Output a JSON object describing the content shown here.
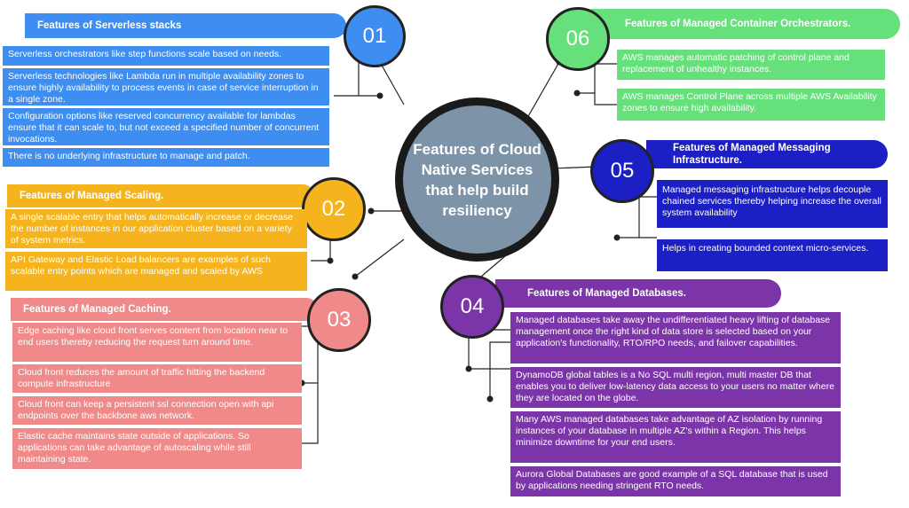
{
  "center": {
    "title": "Features of Cloud Native Services that help build resiliency"
  },
  "sections": {
    "serverless": {
      "number": "01",
      "title": "Features of Serverless stacks",
      "items": [
        "Serverless orchestrators like step functions scale based on needs.",
        "Serverless technologies like Lambda run in multiple availability zones to ensure highly availability to process events in case of service interruption in a single zone.",
        "Configuration options like reserved concurrency available for lambdas ensure that it can scale to, but not exceed a specified number of concurrent invocations.",
        "There is no underlying infrastructure to manage and patch."
      ]
    },
    "scaling": {
      "number": "02",
      "title": "Features of Managed Scaling.",
      "items": [
        "A single scalable entry that helps automatically increase or decrease the number of instances in our application cluster based on a variety of system metrics.",
        "API Gateway and Elastic Load balancers are examples of such scalable entry points which are managed and scaled by AWS"
      ]
    },
    "caching": {
      "number": "03",
      "title": "Features of Managed Caching.",
      "items": [
        "Edge caching like cloud front serves content from location near to end users thereby reducing the request turn around time.",
        "Cloud front reduces the amount of traffic hitting the backend compute infrastructure",
        "Cloud front can keep a persistent ssl connection open with api endpoints over the backbone aws network.",
        "Elastic cache maintains state outside of applications. So applications can take advantage of autoscaling while still maintaining state."
      ]
    },
    "databases": {
      "number": "04",
      "title": "Features of Managed Databases.",
      "items": [
        "Managed databases take away the undifferentiated heavy lifting of database management once the right kind of data store is selected based on your application's functionality, RTO/RPO needs, and failover capabilities.",
        "DynamoDB global tables is a No SQL multi region, multi master DB that enables you to deliver low-latency data access to your users no matter where they are located on the globe.",
        "Many AWS managed databases take advantage of AZ isolation by running instances of your database in multiple AZ's within a Region. This helps minimize downtime for your end users.",
        "Aurora Global Databases are good example of a SQL database that is used by applications needing stringent RTO needs."
      ]
    },
    "messaging": {
      "number": "05",
      "title": "Features of Managed Messaging Infrastructure.",
      "items": [
        "Managed messaging infrastructure helps decouple chained services thereby helping increase the overall system availability",
        "Helps in creating bounded context micro-services."
      ]
    },
    "containers": {
      "number": "06",
      "title": "Features of Managed Container Orchestrators.",
      "items": [
        "AWS manages automatic patching of control plane and replacement of unhealthy instances.",
        "AWS manages Control Plane across multiple AWS Availability zones to ensure high availability."
      ]
    }
  },
  "colors": {
    "serverless": "#3d8ef0",
    "scaling": "#f5b41e",
    "caching": "#f08a8a",
    "databases": "#7b35a8",
    "messaging": "#1c1fc4",
    "containers": "#66e07a",
    "center": "#7d93a8"
  }
}
